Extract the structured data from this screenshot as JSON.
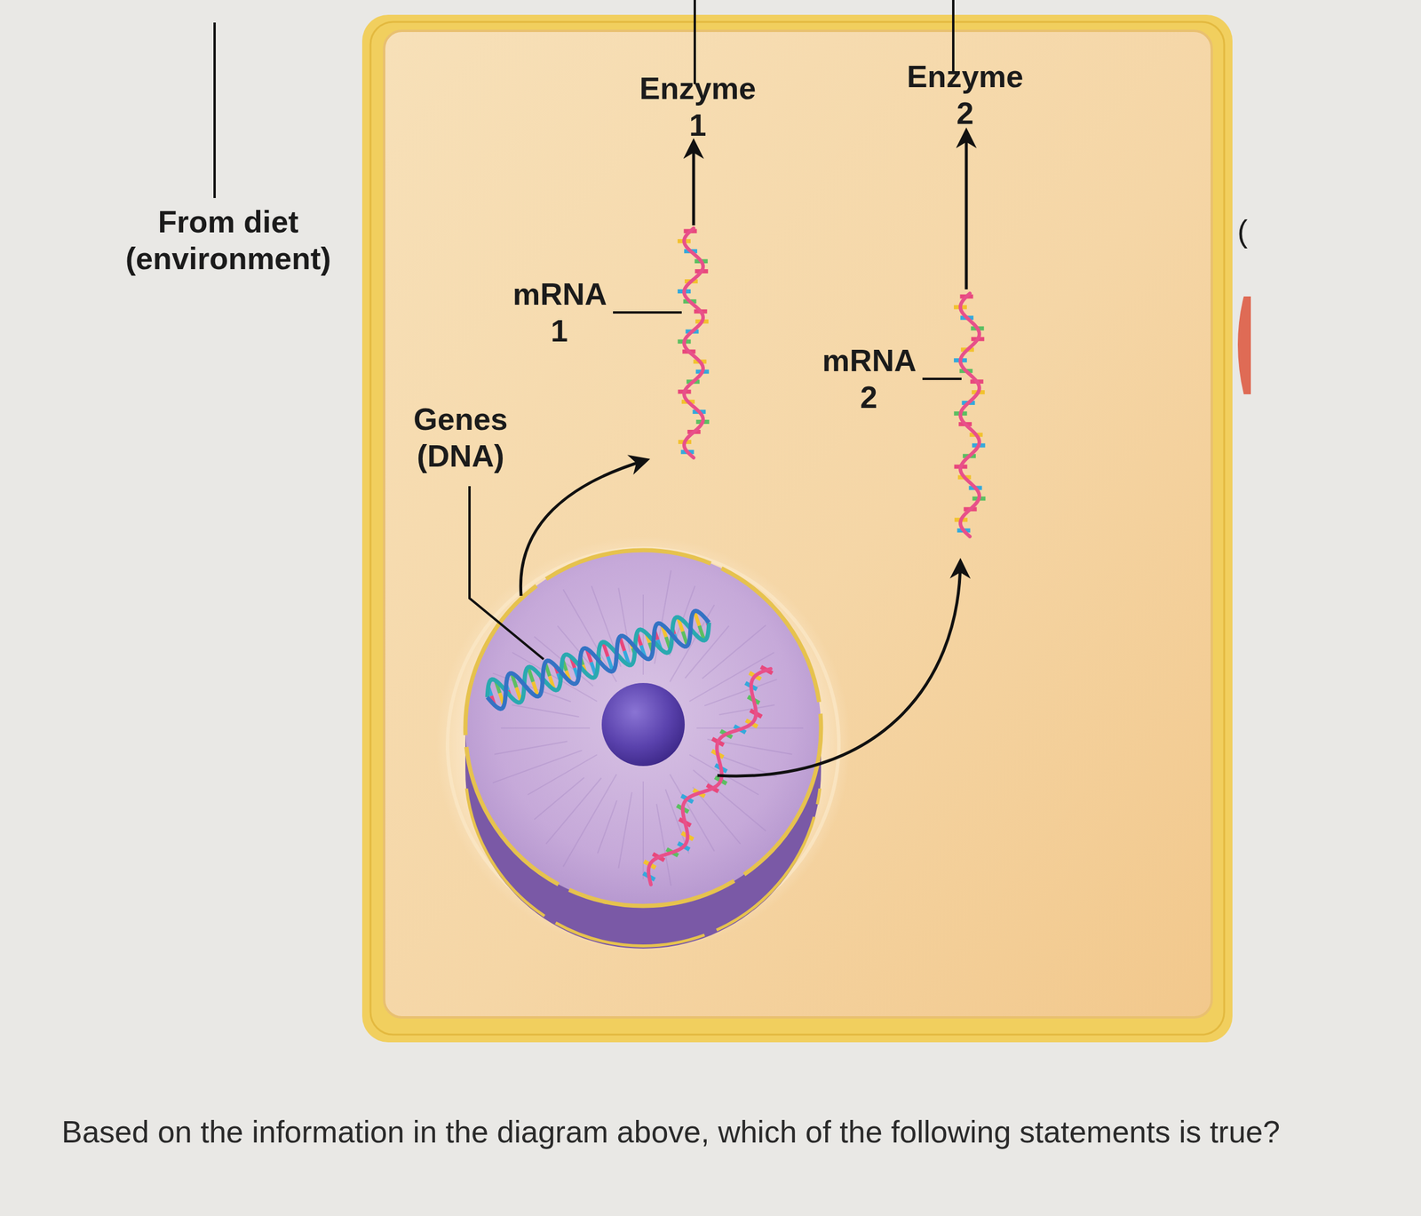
{
  "diagram": {
    "caption": "Based on the information in the diagram above, which of the following statements is true?",
    "labels": [
      "From diet (environment)",
      "Enzyme 1",
      "Enzyme 2",
      "mRNA 1",
      "mRNA 2",
      "Genes (DNA)",
      "("
    ]
  }
}
